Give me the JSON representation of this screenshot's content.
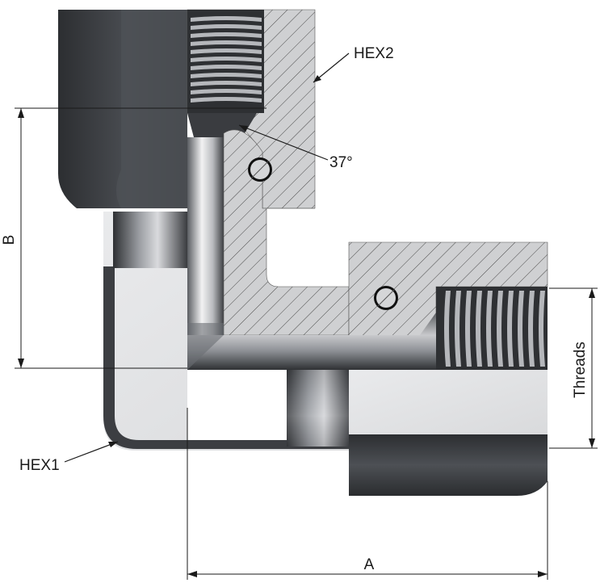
{
  "labels": {
    "hex2": "HEX2",
    "hex1": "HEX1",
    "angle": "37°",
    "dim_b": "B",
    "dim_a": "A",
    "threads": "Threads"
  },
  "colors": {
    "dark_steel": "#3a3c40",
    "mid_steel": "#8a8d92",
    "light_steel": "#e4e5e7",
    "section": "#c9cacc",
    "hatch": "#4a4a4a",
    "line": "#1a1a1a"
  }
}
